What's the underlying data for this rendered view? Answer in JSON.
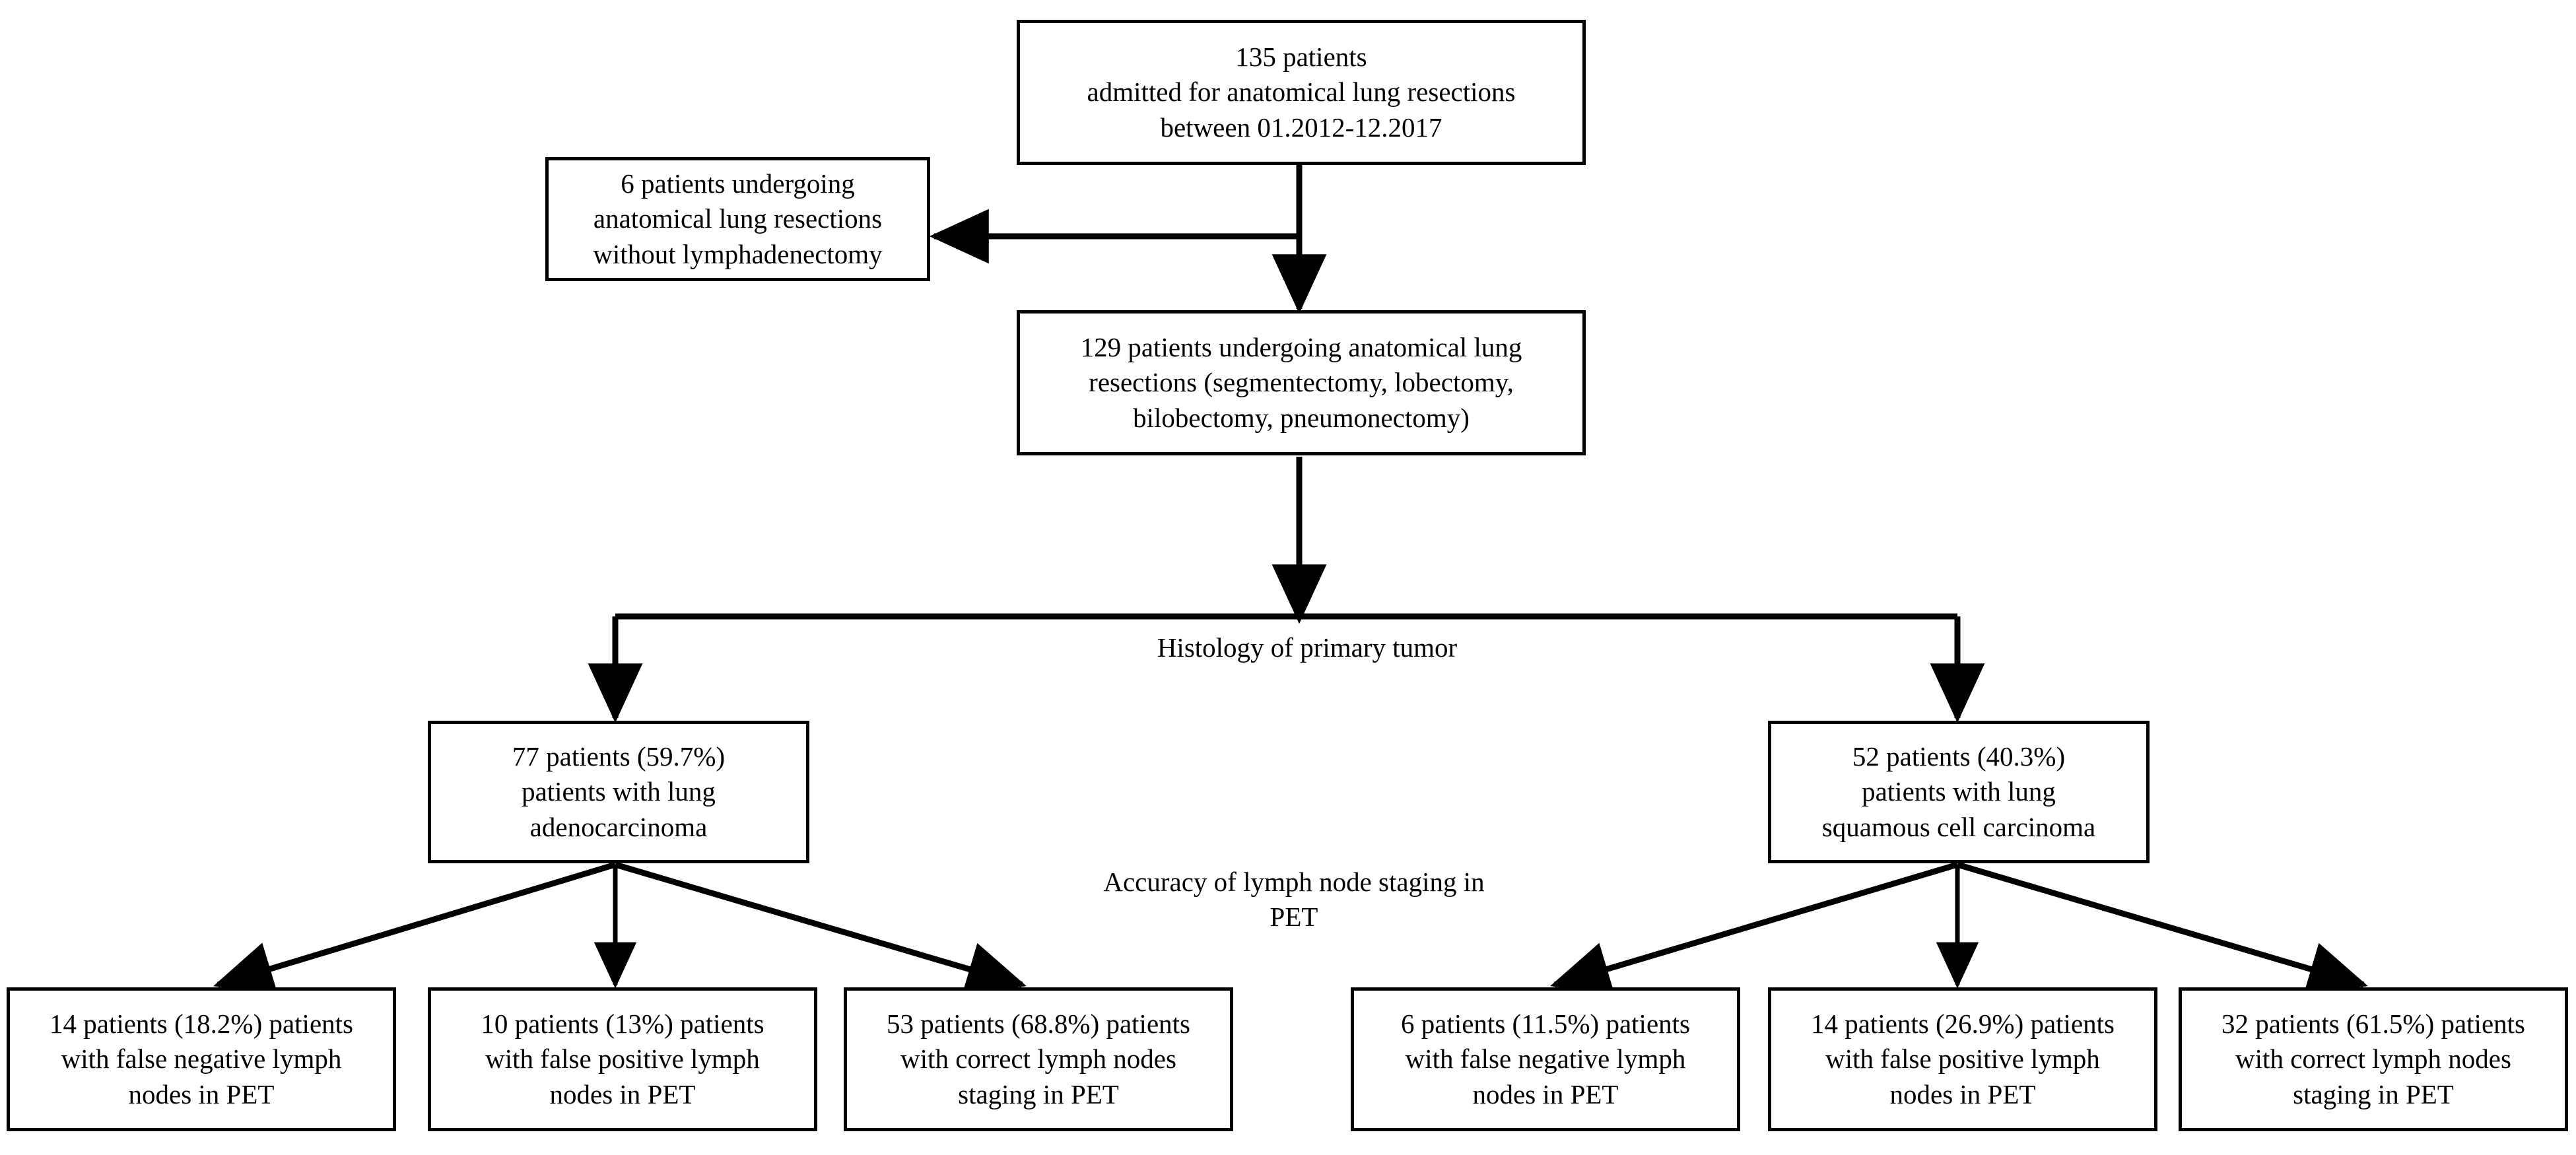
{
  "diagram": {
    "title": "Patient flow: accuracy of PET lymph node staging in anatomical lung resections",
    "stroke_color": "#000000",
    "fill_color": "#ffffff",
    "text_color": "#000000"
  },
  "nodes": {
    "admitted": "135 patients\nadmitted for anatomical lung resections\nbetween 01.2012-12.2017",
    "no_lymphadenectomy": "6 patients undergoing\nanatomical lung resections\nwithout lymphadenectomy",
    "resections": "129 patients undergoing anatomical lung\nresections (segmentectomy, lobectomy,\nbilobectomy, pneumonectomy)",
    "adenocarcinoma": "77 patients (59.7%)\npatients with lung\nadenocarcinoma",
    "squamous": "52 patients (40.3%)\npatients with  lung\nsquamous cell carcinoma",
    "adeno_false_negative": "14 patients (18.2%) patients\nwith false negative lymph\nnodes in PET",
    "adeno_false_positive": "10 patients (13%) patients\nwith false positive lymph\nnodes in PET",
    "adeno_correct": "53 patients (68.8%) patients\nwith correct lymph nodes\nstaging in PET",
    "squamous_false_negative": "6 patients (11.5%) patients\nwith false negative lymph\nnodes in PET",
    "squamous_false_positive": "14 patients (26.9%) patients\nwith false positive lymph\nnodes in PET",
    "squamous_correct": "32 patients (61.5%) patients\nwith correct lymph nodes\nstaging in PET"
  },
  "labels": {
    "histology": "Histology of primary tumor",
    "accuracy": "Accuracy  of lymph node staging in\nPET"
  },
  "chart_data": {
    "type": "flowchart",
    "title": "Patient flow diagram",
    "total_enrolled": 135,
    "enrollment_period": "01.2012-12.2017",
    "excluded": 6,
    "included": 129,
    "split_label": "Histology of primary tumor",
    "outcome_label": "Accuracy  of lymph node staging in PET",
    "groups": [
      {
        "name": "lung adenocarcinoma",
        "n": 77,
        "percent": 59.7,
        "outcomes": [
          {
            "name": "false negative lymph nodes in PET",
            "n": 14,
            "percent": 18.2
          },
          {
            "name": "false positive lymph nodes in PET",
            "n": 10,
            "percent": 13
          },
          {
            "name": "correct lymph nodes staging in PET",
            "n": 53,
            "percent": 68.8
          }
        ]
      },
      {
        "name": "lung squamous cell carcinoma",
        "n": 52,
        "percent": 40.3,
        "outcomes": [
          {
            "name": "false negative lymph nodes in PET",
            "n": 6,
            "percent": 11.5
          },
          {
            "name": "false positive lymph nodes in PET",
            "n": 14,
            "percent": 26.9
          },
          {
            "name": "correct lymph nodes staging in PET",
            "n": 32,
            "percent": 61.5
          }
        ]
      }
    ]
  }
}
